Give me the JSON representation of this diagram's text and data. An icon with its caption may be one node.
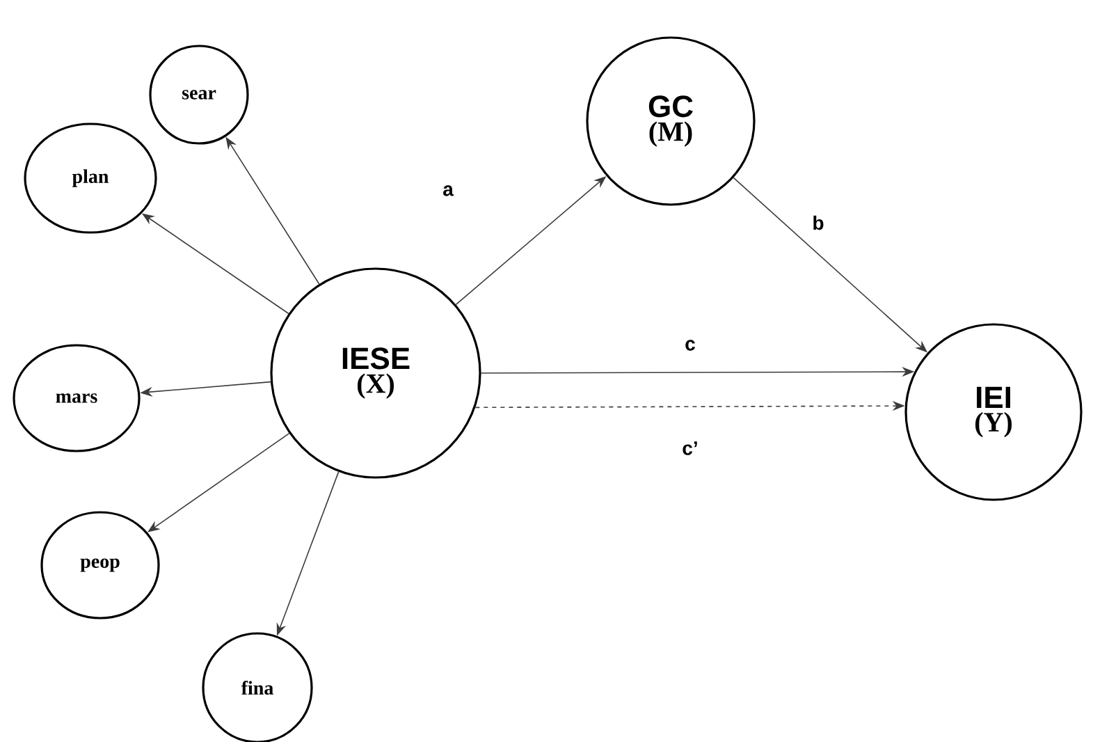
{
  "diagram": {
    "nodes": [
      {
        "text": [
          "sear"
        ]
      },
      {
        "text": [
          "plan"
        ]
      },
      {
        "text": [
          "mars"
        ]
      },
      {
        "text": [
          "peop"
        ]
      },
      {
        "text": [
          "fina"
        ]
      },
      {
        "text": [
          "IESE",
          "(X)"
        ]
      },
      {
        "text": [
          "GC",
          "(M)"
        ]
      },
      {
        "text": [
          "IEI",
          "(Y)"
        ]
      }
    ],
    "edges": [
      {
        "from": 5,
        "to": 0,
        "arrow": "to"
      },
      {
        "from": 5,
        "to": 1,
        "arrow": "to"
      },
      {
        "from": 5,
        "to": 2,
        "arrow": "to"
      },
      {
        "from": 5,
        "to": 3,
        "arrow": "to"
      },
      {
        "from": 5,
        "to": 4,
        "arrow": "to"
      },
      {
        "from": 5,
        "to": 6,
        "arrow": "to",
        "label": "a"
      },
      {
        "from": 6,
        "to": 7,
        "arrow": "to",
        "label": "b"
      },
      {
        "from": 5,
        "to": 7,
        "arrow": "to",
        "label": "c"
      },
      {
        "from": 5,
        "to": 7,
        "arrow": "to",
        "label": "c’",
        "style": "dashed"
      }
    ]
  }
}
